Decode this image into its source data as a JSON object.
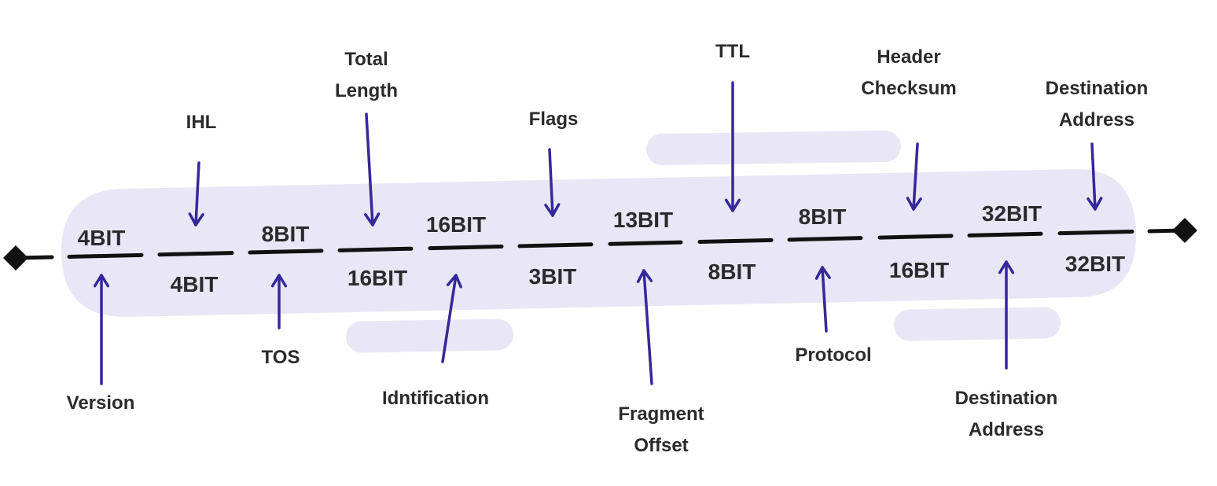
{
  "fields": [
    {
      "label": [
        "Version"
      ],
      "bits": "4BIT"
    },
    {
      "label": [
        "IHL"
      ],
      "bits": "4BIT"
    },
    {
      "label": [
        "TOS"
      ],
      "bits": "8BIT"
    },
    {
      "label": [
        "Total",
        "Length"
      ],
      "bits": "16BIT"
    },
    {
      "label": [
        "Idntification"
      ],
      "bits": "16BIT"
    },
    {
      "label": [
        "Flags"
      ],
      "bits": "3BIT"
    },
    {
      "label": [
        "Fragment",
        "Offset"
      ],
      "bits": "13BIT"
    },
    {
      "label": [
        "TTL"
      ],
      "bits": "8BIT"
    },
    {
      "label": [
        "Protocol"
      ],
      "bits": "8BIT"
    },
    {
      "label": [
        "Header",
        "Checksum"
      ],
      "bits": "16BIT"
    },
    {
      "label": [
        "Destination",
        "Address"
      ],
      "bits": "32BIT"
    },
    {
      "label": [
        "Destination",
        "Address"
      ],
      "bits": "32BIT"
    }
  ],
  "colors": {
    "band": "#e9e7f5",
    "arrow": "#35289a",
    "line": "#111111",
    "text": "#2b2b2e"
  }
}
